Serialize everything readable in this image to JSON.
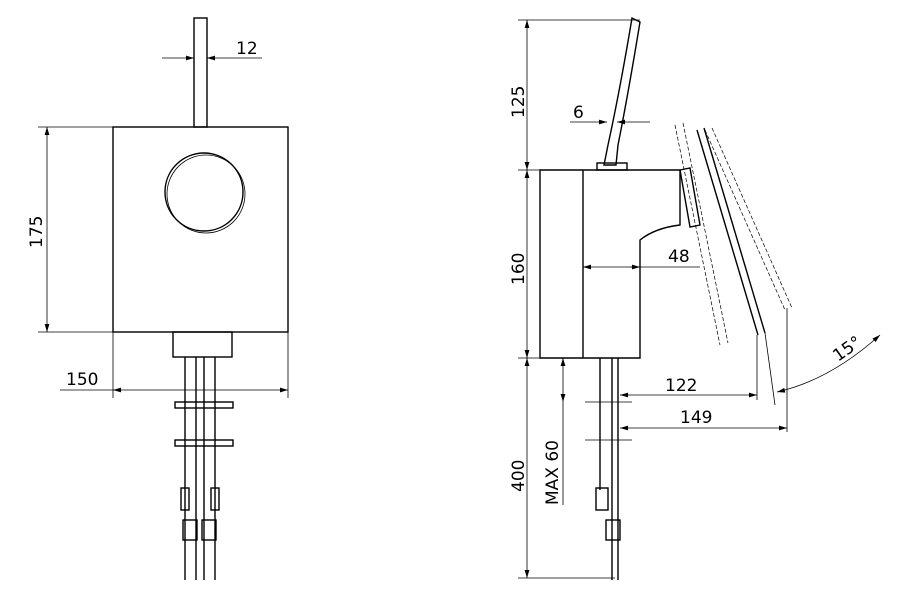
{
  "dimensions": {
    "stem_diameter": "12",
    "front_height": "175",
    "front_width": "150",
    "spout_height": "125",
    "spout_thickness": "6",
    "body_height": "160",
    "body_offset": "48",
    "pipe_length": "400",
    "max_thickness": "MAX 60",
    "reach_min": "122",
    "reach_max": "149",
    "lever_angle": "15°"
  }
}
